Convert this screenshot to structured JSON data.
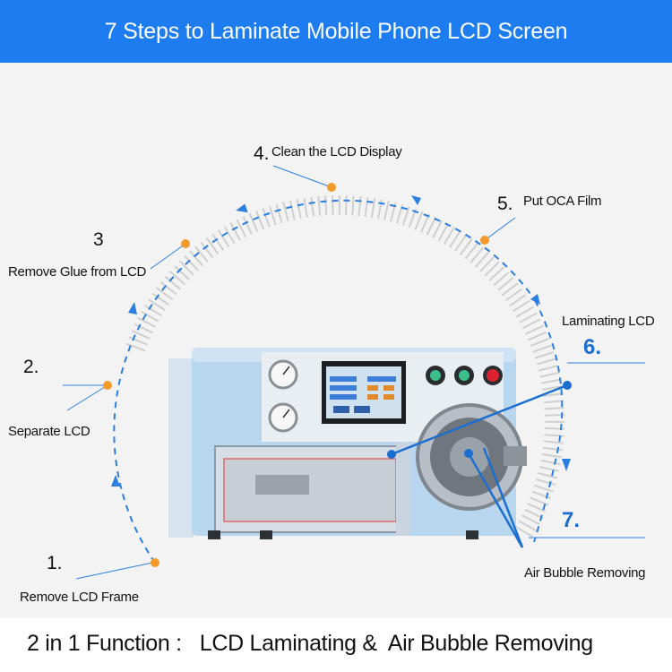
{
  "header": {
    "title": "7 Steps to Laminate Mobile Phone LCD Screen"
  },
  "steps": [
    {
      "number": "1.",
      "label": "Remove LCD Frame"
    },
    {
      "number": "2.",
      "label": "Separate LCD"
    },
    {
      "number": "3",
      "label": "Remove Glue from LCD"
    },
    {
      "number": "4.",
      "label": "Clean the LCD Display"
    },
    {
      "number": "5.",
      "label": "Put OCA Film"
    },
    {
      "number": "6.",
      "label": "Laminating LCD"
    },
    {
      "number": "7.",
      "label": "Air Bubble Removing"
    }
  ],
  "footer": {
    "text": "2 in 1 Function :   LCD Laminating &  Air Bubble Removing"
  },
  "colors": {
    "header_bg": "#1c7cf0",
    "dot": "#f39a2b",
    "arc": "#2a7fe0",
    "machine": "#b9d6ef"
  },
  "icons": [
    "pressure-gauge-icon",
    "touch-screen-icon",
    "push-button-icon",
    "emergency-stop-icon"
  ]
}
